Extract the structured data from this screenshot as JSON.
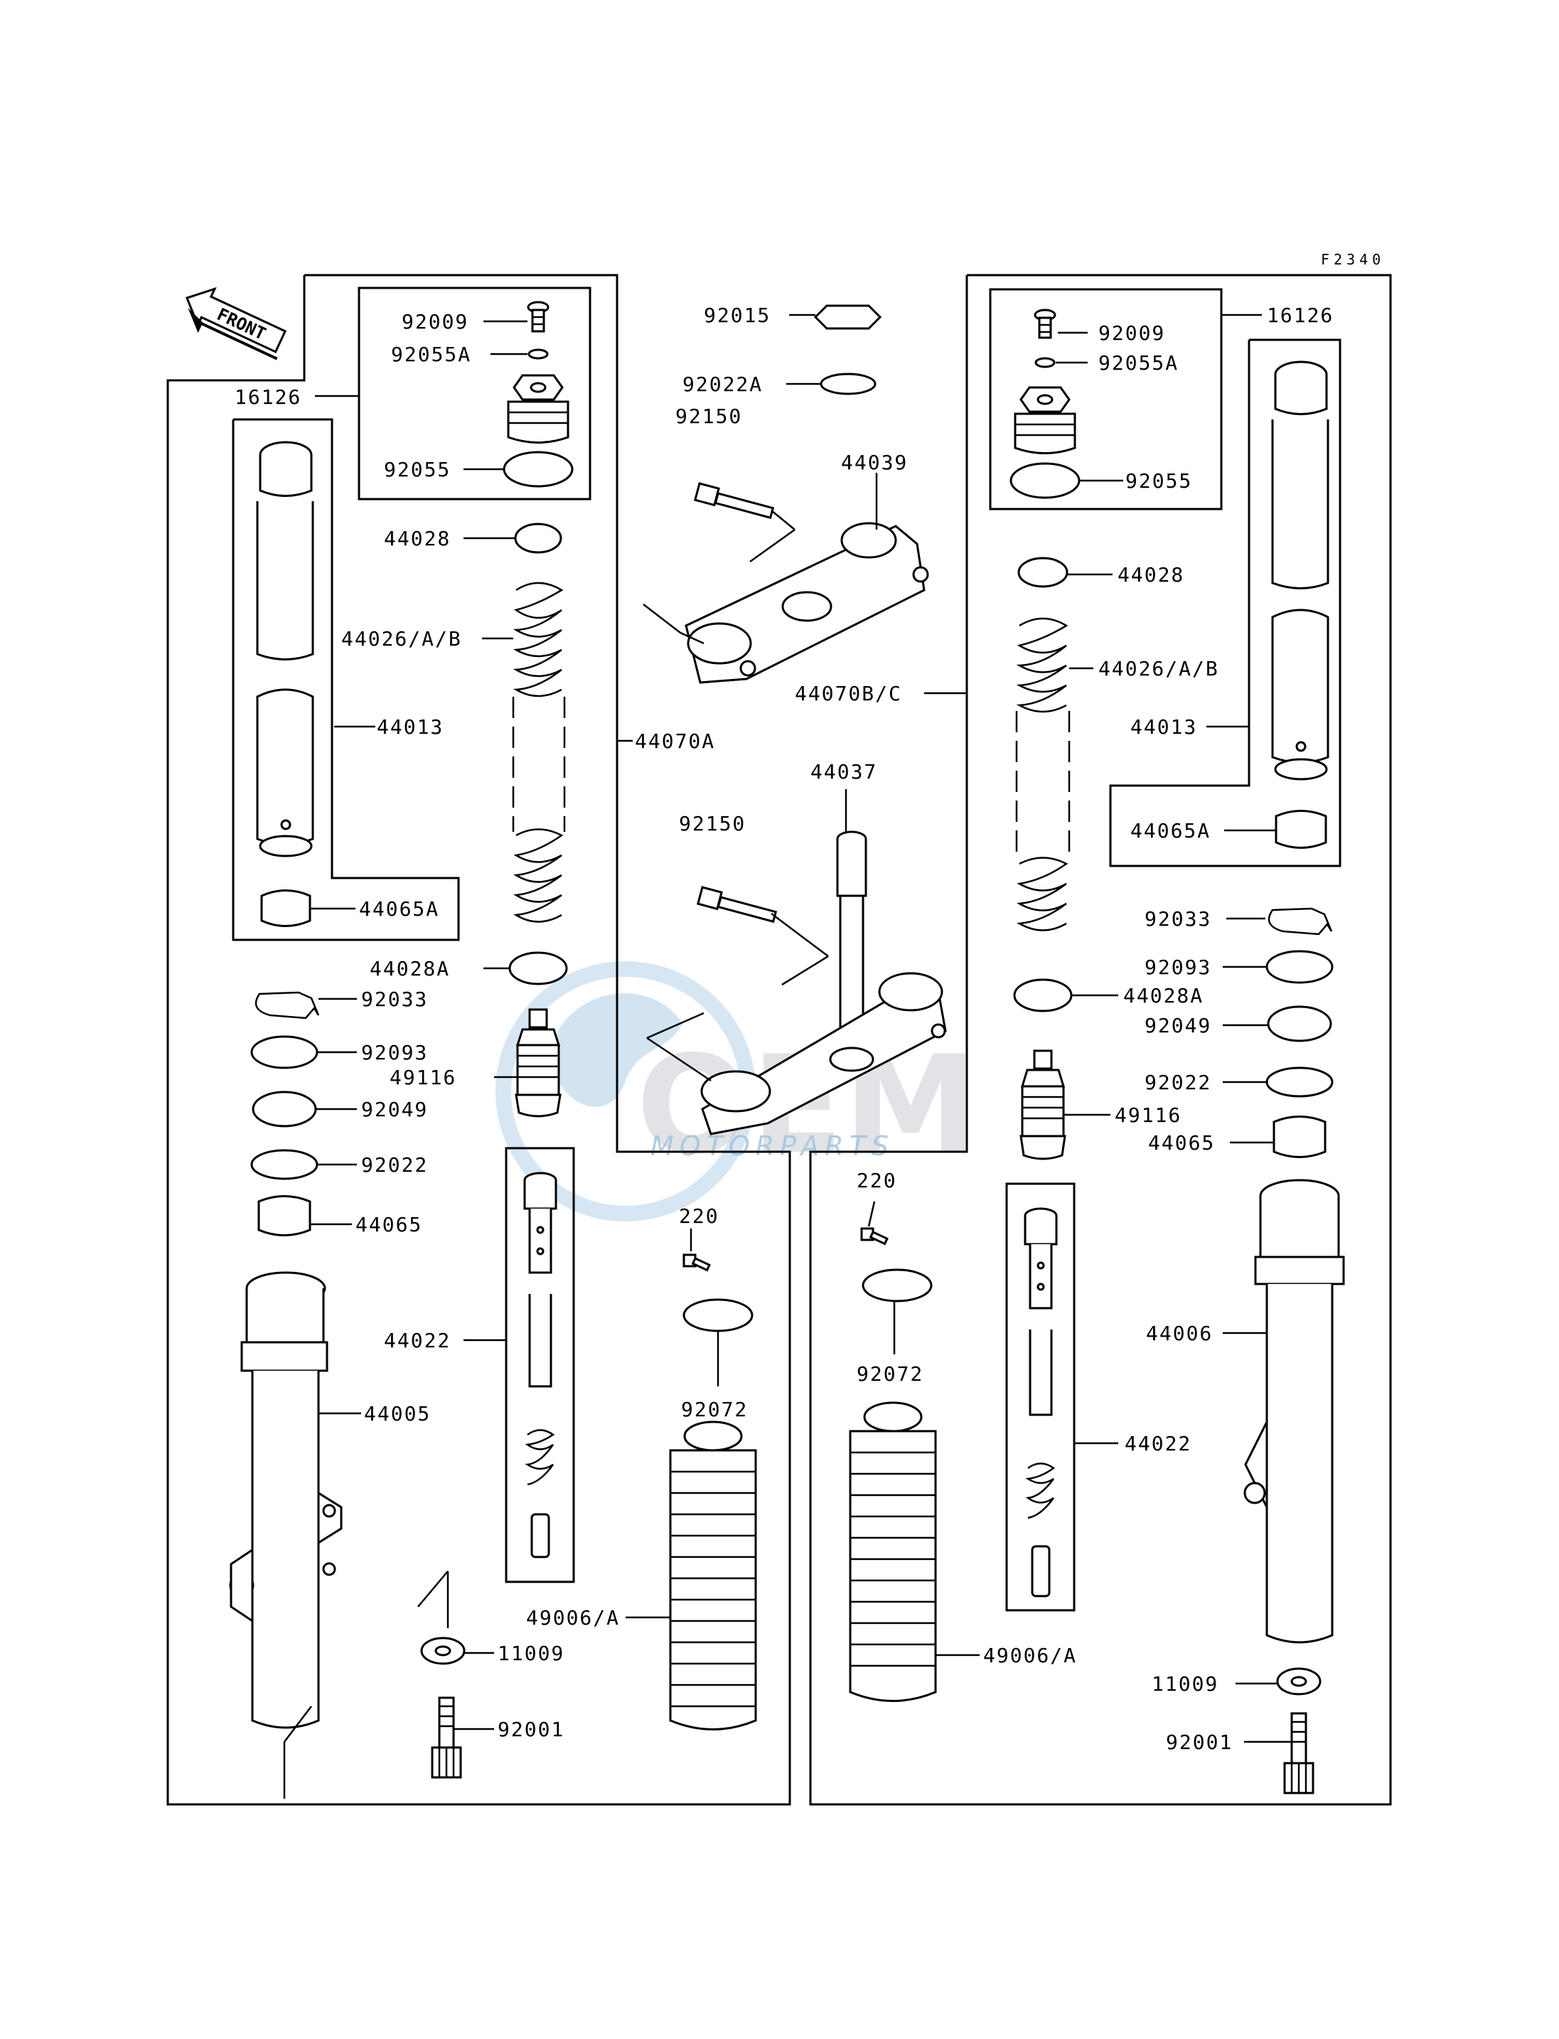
{
  "figure_code": "F2340",
  "front_label": "FRONT",
  "watermark": {
    "brand": "OEM",
    "sub": "MOTORPARTS"
  },
  "labels": {
    "l_16126": "16126",
    "l_92009": "92009",
    "l_92055A": "92055A",
    "l_92055": "92055",
    "l_44028": "44028",
    "l_44026AB": "44026/A/B",
    "l_44013": "44013",
    "l_44065A": "44065A",
    "l_44070A": "44070A",
    "l_44028A": "44028A",
    "l_92033": "92033",
    "l_92093": "92093",
    "l_49116": "49116",
    "l_92049": "92049",
    "l_92022": "92022",
    "l_44065": "44065",
    "l_44022": "44022",
    "l_44005": "44005",
    "l_11009": "11009",
    "l_92001": "92001",
    "l_49006A": "49006/A",
    "m_92015": "92015",
    "m_92022A": "92022A",
    "m_92150a": "92150",
    "m_44039": "44039",
    "m_44070BC": "44070B/C",
    "m_44037": "44037",
    "m_92150b": "92150",
    "m_220": "220",
    "m_92072": "92072",
    "r_92009": "92009",
    "r_92055A": "92055A",
    "r_16126": "16126",
    "r_92055": "92055",
    "r_44028": "44028",
    "r_44026AB": "44026/A/B",
    "r_44013": "44013",
    "r_44065A": "44065A",
    "r_92033": "92033",
    "r_92093": "92093",
    "r_44028A": "44028A",
    "r_92049": "92049",
    "r_92022": "92022",
    "r_49116": "49116",
    "r_44065": "44065",
    "r_220": "220",
    "r_92072": "92072",
    "r_44006": "44006",
    "r_44022": "44022",
    "r_49006A": "49006/A",
    "r_11009": "11009",
    "r_92001": "92001"
  }
}
